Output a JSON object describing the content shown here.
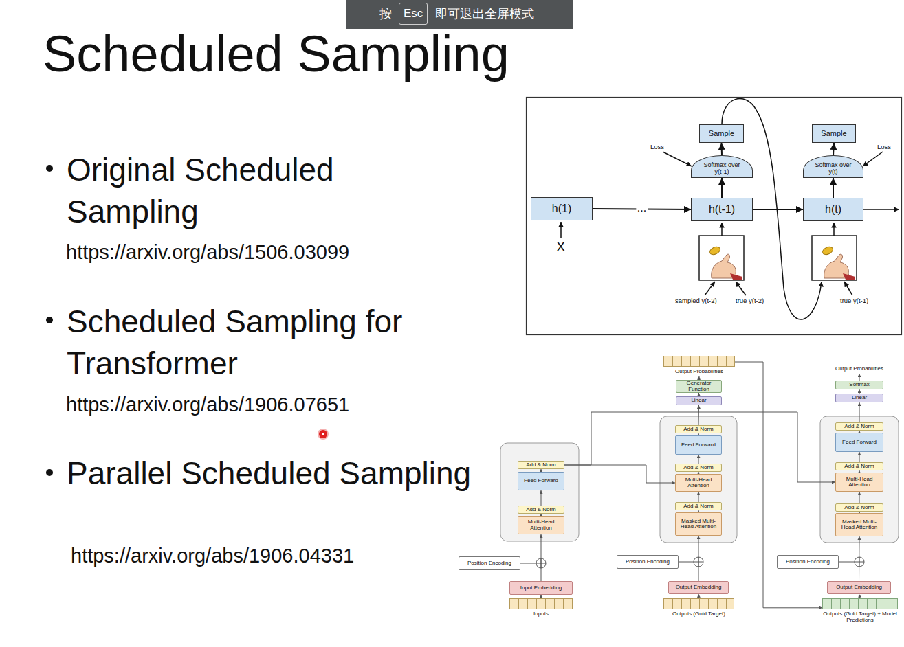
{
  "diagram": {
    "title": "Scheduled Sampling",
    "nodes": [
      {
        "text": [
          "Sample"
        ]
      },
      {
        "text": [
          "Sample"
        ]
      },
      {
        "text": [
          "Softmax over y(t-1)"
        ]
      },
      {
        "text": [
          "Softmax over y(t)"
        ]
      },
      {
        "text": [
          "h(1)"
        ]
      },
      {
        "text": [
          "h(t-1)"
        ]
      },
      {
        "text": [
          "h(t)"
        ]
      },
      {
        "text": [
          "Output Probabilities"
        ]
      },
      {
        "text": [
          "Output Probabilities"
        ]
      },
      {
        "text": [
          "Generator Function"
        ]
      },
      {
        "text": [
          "Softmax"
        ]
      },
      {
        "text": [
          "Linear"
        ]
      },
      {
        "text": [
          "Linear"
        ]
      },
      {
        "text": [
          "Add & Norm"
        ]
      },
      {
        "text": [
          "Feed Forward"
        ]
      },
      {
        "text": [
          "Add & Norm"
        ]
      },
      {
        "text": [
          "Multi-Head Attention"
        ]
      },
      {
        "text": [
          "Add & Norm"
        ]
      },
      {
        "text": [
          "Feed Forward"
        ]
      },
      {
        "text": [
          "Add & Norm"
        ]
      },
      {
        "text": [
          "Multi-Head Attention"
        ]
      },
      {
        "text": [
          "Add & Norm"
        ]
      },
      {
        "text": [
          "Masked Multi-Head Attention"
        ]
      },
      {
        "text": [
          "Add & Norm"
        ]
      },
      {
        "text": [
          "Feed Forward"
        ]
      },
      {
        "text": [
          "Add & Norm"
        ]
      },
      {
        "text": [
          "Multi-Head Attention"
        ]
      },
      {
        "text": [
          "Add & Norm"
        ]
      },
      {
        "text": [
          "Masked Multi-Head Attention"
        ]
      },
      {
        "text": [
          "Position Encoding"
        ]
      },
      {
        "text": [
          "Position Encoding"
        ]
      },
      {
        "text": [
          "Position Encoding"
        ]
      },
      {
        "text": [
          "Input Embedding"
        ]
      },
      {
        "text": [
          "Output Embedding"
        ]
      },
      {
        "text": [
          "Output Embedding"
        ]
      },
      {
        "text": [
          "Inputs"
        ]
      },
      {
        "text": [
          "Outputs (Gold Target)"
        ]
      },
      {
        "text": [
          "Outputs (Gold Target) + Model Predictions"
        ]
      }
    ],
    "edges": [
      {
        "from": 4,
        "to": 5,
        "arrow": "to",
        "label": "..."
      },
      {
        "from": 5,
        "to": 6,
        "arrow": "to"
      },
      {
        "from": 5,
        "to": 2,
        "arrow": "to"
      },
      {
        "from": 2,
        "to": 0,
        "arrow": "to"
      },
      {
        "from": 6,
        "to": 3,
        "arrow": "to"
      },
      {
        "from": 3,
        "to": 1,
        "arrow": "to"
      },
      {
        "from": 35,
        "to": 32,
        "arrow": "to"
      },
      {
        "from": 32,
        "to": 16,
        "arrow": "to"
      },
      {
        "from": 16,
        "to": 15,
        "arrow": "to"
      },
      {
        "from": 15,
        "to": 14,
        "arrow": "to"
      },
      {
        "from": 14,
        "to": 13,
        "arrow": "to"
      },
      {
        "from": 36,
        "to": 33,
        "arrow": "to"
      },
      {
        "from": 33,
        "to": 22,
        "arrow": "to"
      },
      {
        "from": 22,
        "to": 21,
        "arrow": "to"
      },
      {
        "from": 21,
        "to": 20,
        "arrow": "to"
      },
      {
        "from": 20,
        "to": 19,
        "arrow": "to"
      },
      {
        "from": 19,
        "to": 18,
        "arrow": "to"
      },
      {
        "from": 18,
        "to": 17,
        "arrow": "to"
      },
      {
        "from": 17,
        "to": 11,
        "arrow": "to"
      },
      {
        "from": 11,
        "to": 9,
        "arrow": "to"
      },
      {
        "from": 9,
        "to": 7,
        "arrow": "to"
      },
      {
        "from": 37,
        "to": 34,
        "arrow": "to"
      },
      {
        "from": 34,
        "to": 28,
        "arrow": "to"
      },
      {
        "from": 28,
        "to": 27,
        "arrow": "to"
      },
      {
        "from": 27,
        "to": 26,
        "arrow": "to"
      },
      {
        "from": 26,
        "to": 25,
        "arrow": "to"
      },
      {
        "from": 25,
        "to": 24,
        "arrow": "to"
      },
      {
        "from": 24,
        "to": 23,
        "arrow": "to"
      },
      {
        "from": 23,
        "to": 12,
        "arrow": "to"
      },
      {
        "from": 12,
        "to": 10,
        "arrow": "to"
      },
      {
        "from": 10,
        "to": 8,
        "arrow": "to"
      },
      {
        "from": 13,
        "to": 20,
        "arrow": "to"
      },
      {
        "from": 13,
        "to": 26,
        "arrow": "to"
      },
      {
        "from": 7,
        "to": 37,
        "arrow": "to"
      }
    ],
    "labels": [
      "按",
      "Esc",
      "即可退出全屏模式",
      "Original Scheduled Sampling",
      "https://arxiv.org/abs/1506.03099",
      "Scheduled Sampling for Transformer",
      "https://arxiv.org/abs/1906.07651",
      "Parallel Scheduled Sampling",
      "https://arxiv.org/abs/1906.04331",
      "Loss",
      "Loss",
      "X",
      "sampled y(t-2)",
      "true y(t-2)",
      "true y(t-1)"
    ]
  }
}
